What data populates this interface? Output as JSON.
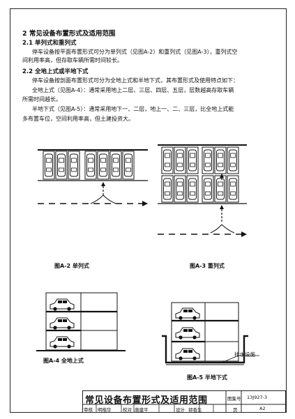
{
  "section": {
    "title": "2 常见设备布置形式及适用范围",
    "s21": {
      "heading": "2.1 单列式和重列式",
      "line1": "停车设备按平面布置形式可分为单列式（见图A-2）和重列式（见图A-3），重列式空",
      "line2": "间利用率高，但存取车辆所需时间较长。"
    },
    "s22": {
      "heading": "2.2 全地上式或半地下式",
      "line1": "停车设备按剖面布置形式可分为全地上式和半地下式，其布置形式及使用特点如下：",
      "line2": "全地上式（见图A-4）：通常采用地上二层、三层、四层、五层，层数越高存取车辆",
      "line3": "所需时间越长。",
      "line4": "半地下式（见图A-5）：通常采用地下一、二层，地上一、二、三层，比全地上式能",
      "line5": "多布置车位，空间利用率高，但土建投资大。"
    }
  },
  "figures": {
    "a2": "图A-2 单列式",
    "a3": "图A-3 重列式",
    "a4": "图A-4 全地上式",
    "a5": "图A-5 半地下式",
    "drain_label": "排水设施"
  },
  "title_block": {
    "title": "常见设备布置形式及适用范围",
    "atlas_label": "图集号",
    "atlas_no": "13J927-3",
    "row2": [
      "审核",
      "明楷华",
      "校对",
      "唐建平",
      "设计",
      "郭香生"
    ],
    "page_label": "页",
    "page_no": "A2"
  }
}
